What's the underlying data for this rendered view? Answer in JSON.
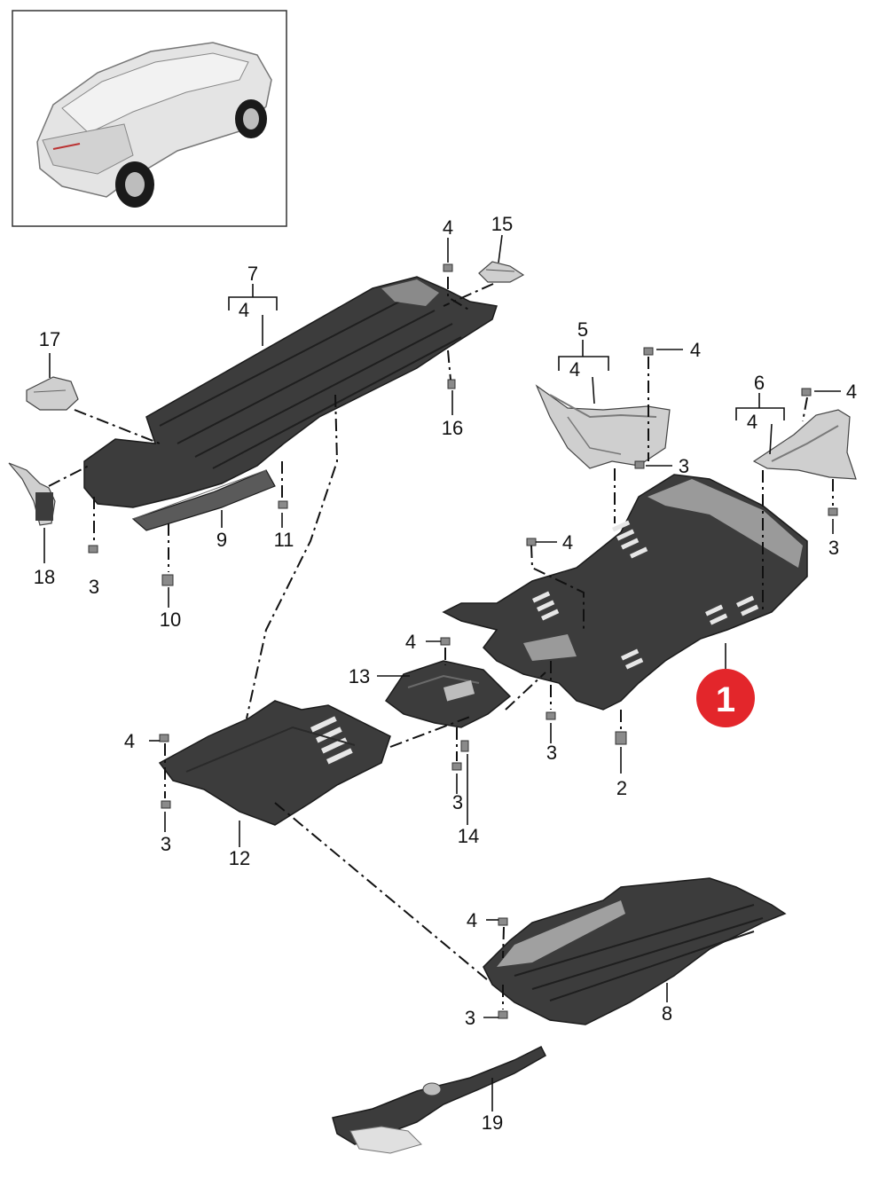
{
  "callouts": [
    {
      "id": "c7",
      "text": "7"
    },
    {
      "id": "c7q",
      "text": "4"
    },
    {
      "id": "c4a",
      "text": "4"
    },
    {
      "id": "c15",
      "text": "15"
    },
    {
      "id": "c17",
      "text": "17"
    },
    {
      "id": "c16",
      "text": "16"
    },
    {
      "id": "c18",
      "text": "18"
    },
    {
      "id": "c3a",
      "text": "3"
    },
    {
      "id": "c9",
      "text": "9"
    },
    {
      "id": "c11",
      "text": "11"
    },
    {
      "id": "c10",
      "text": "10"
    },
    {
      "id": "c5",
      "text": "5"
    },
    {
      "id": "c5q",
      "text": "4"
    },
    {
      "id": "c4b",
      "text": "4"
    },
    {
      "id": "c3b",
      "text": "3"
    },
    {
      "id": "c6",
      "text": "6"
    },
    {
      "id": "c6q",
      "text": "4"
    },
    {
      "id": "c4c",
      "text": "4"
    },
    {
      "id": "c3c",
      "text": "3"
    },
    {
      "id": "c4d",
      "text": "4"
    },
    {
      "id": "c4e",
      "text": "4"
    },
    {
      "id": "c13",
      "text": "13"
    },
    {
      "id": "c4f",
      "text": "4"
    },
    {
      "id": "c3d",
      "text": "3"
    },
    {
      "id": "c2",
      "text": "2"
    },
    {
      "id": "c3e",
      "text": "3"
    },
    {
      "id": "c14",
      "text": "14"
    },
    {
      "id": "c3f",
      "text": "3"
    },
    {
      "id": "c12",
      "text": "12"
    },
    {
      "id": "c4g",
      "text": "4"
    },
    {
      "id": "c3g",
      "text": "3"
    },
    {
      "id": "c8",
      "text": "8"
    },
    {
      "id": "c19",
      "text": "19"
    }
  ],
  "highlight_badge": {
    "text": "1",
    "color": "#e3262b"
  },
  "colors": {
    "panel": "#3c3c3c",
    "line": "#111111",
    "badge": "#e3262b"
  }
}
